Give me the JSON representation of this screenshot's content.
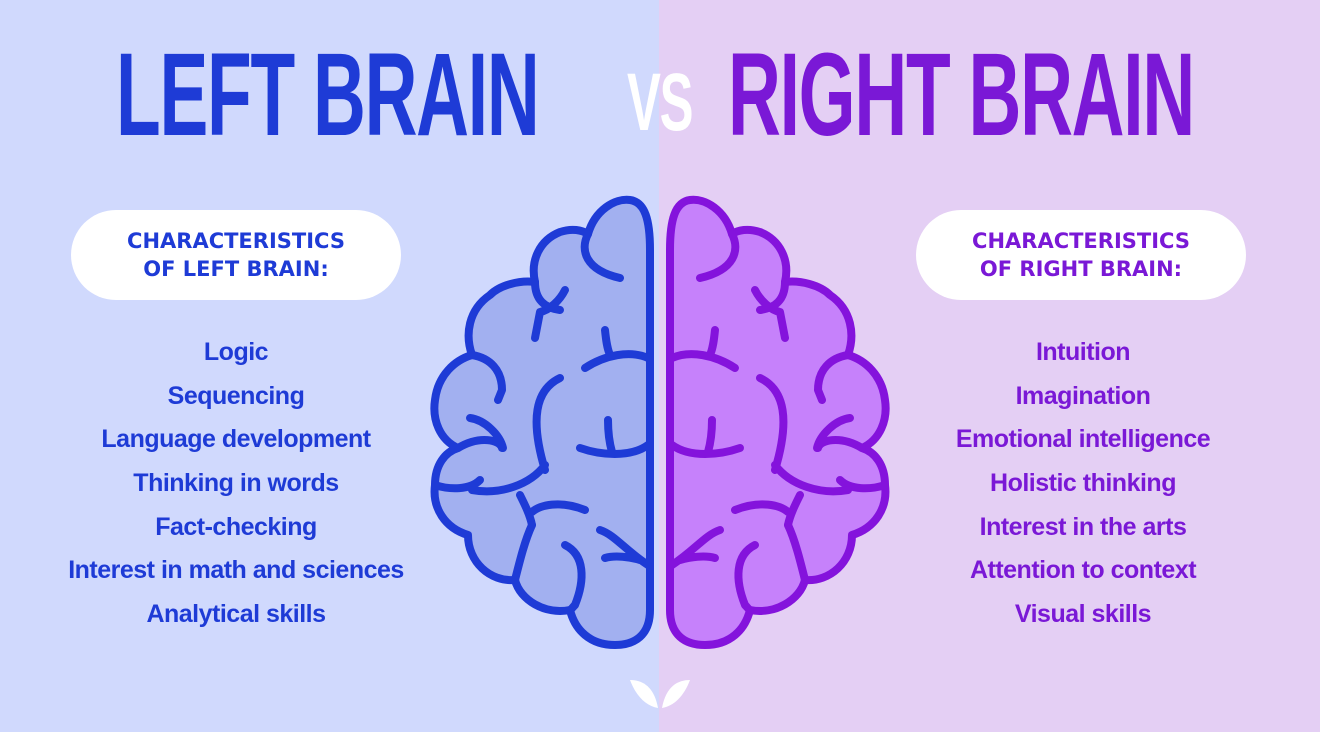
{
  "colors": {
    "left_bg": "#d0d9fd",
    "right_bg": "#e4cff4",
    "left_accent": "#1e3bd6",
    "right_accent": "#7a18d6",
    "left_brain_fill": "#a2b0f0",
    "right_brain_fill": "#c681fb",
    "vs_color": "#ffffff"
  },
  "header": {
    "left_title": "LEFT BRAIN",
    "vs": "VS",
    "right_title": "RIGHT BRAIN"
  },
  "left": {
    "heading_line1": "CHARACTERISTICS",
    "heading_line2": "OF LEFT BRAIN:",
    "items": [
      "Logic",
      "Sequencing",
      "Language development",
      "Thinking in words",
      "Fact-checking",
      "Interest in math and sciences",
      "Analytical skills"
    ]
  },
  "right": {
    "heading_line1": "CHARACTERISTICS",
    "heading_line2": "OF RIGHT BRAIN:",
    "items": [
      "Intuition",
      "Imagination",
      "Emotional intelligence",
      "Holistic thinking",
      "Interest in the arts",
      "Attention to context",
      "Visual skills"
    ]
  },
  "icons": {
    "center": "brain-icon",
    "footer": "leaf-logo-icon"
  }
}
